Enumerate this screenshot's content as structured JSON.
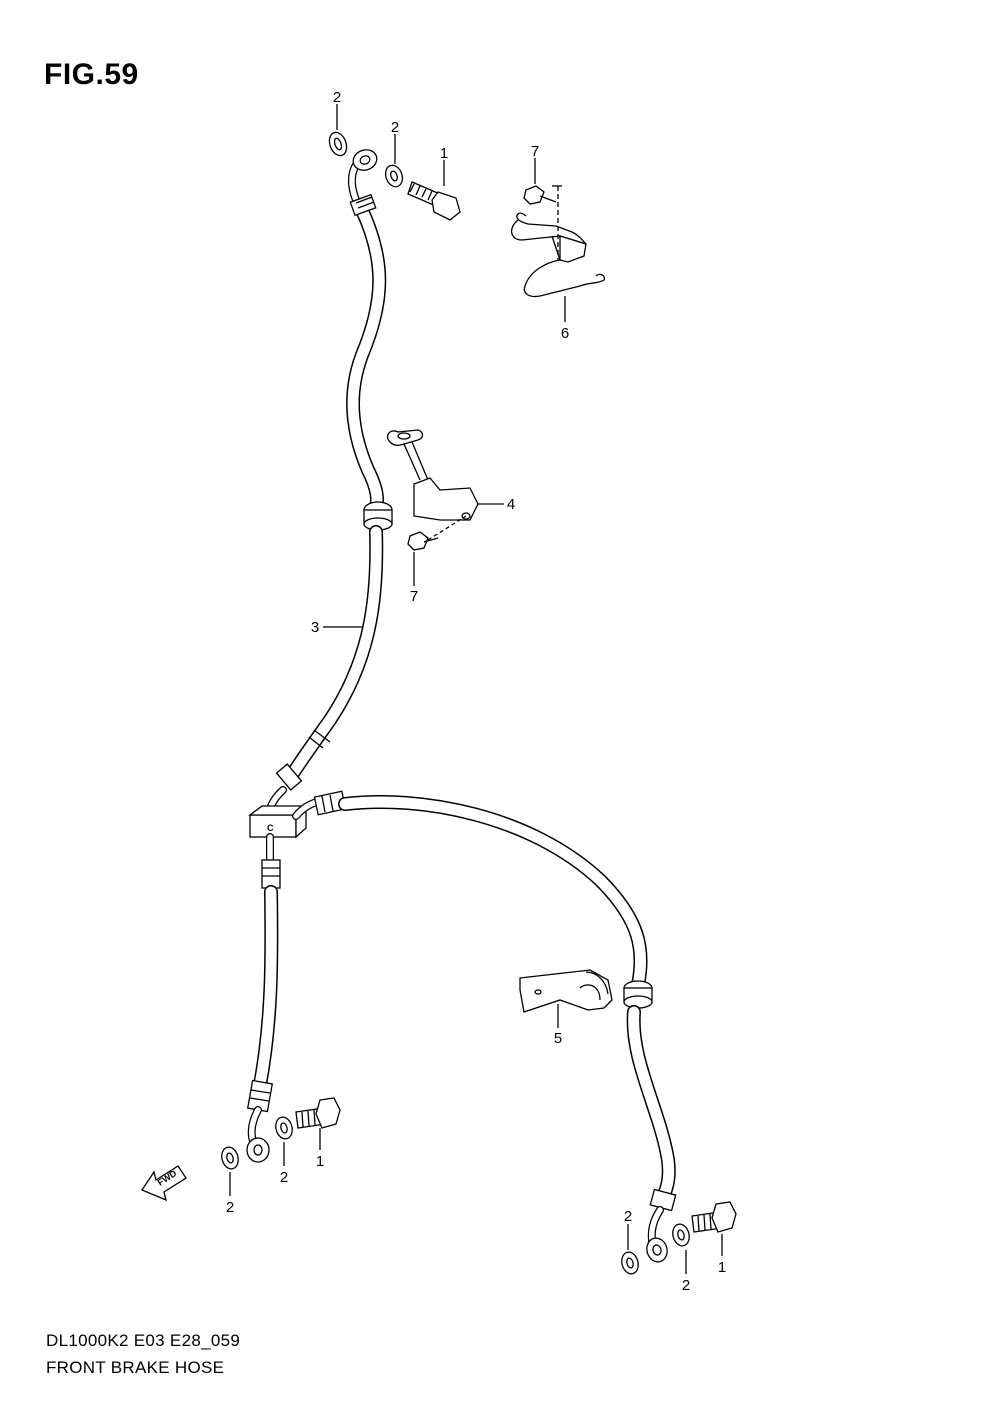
{
  "figure": {
    "title": "FIG.59",
    "model_code": "DL1000K2 E03 E28_059",
    "name": "FRONT BRAKE HOSE"
  },
  "direction_arrow": {
    "label": "FWD",
    "icon": "forward-arrow-icon"
  },
  "callouts": {
    "c1a": "2",
    "c1b": "2",
    "c1c": "1",
    "c1d": "7",
    "c1e": "6",
    "c2a": "4",
    "c2b": "7",
    "c2c": "3",
    "c2d": "5",
    "c3a": "2",
    "c3b": "2",
    "c3c": "1",
    "c4a": "2",
    "c4b": "2",
    "c4c": "1"
  }
}
